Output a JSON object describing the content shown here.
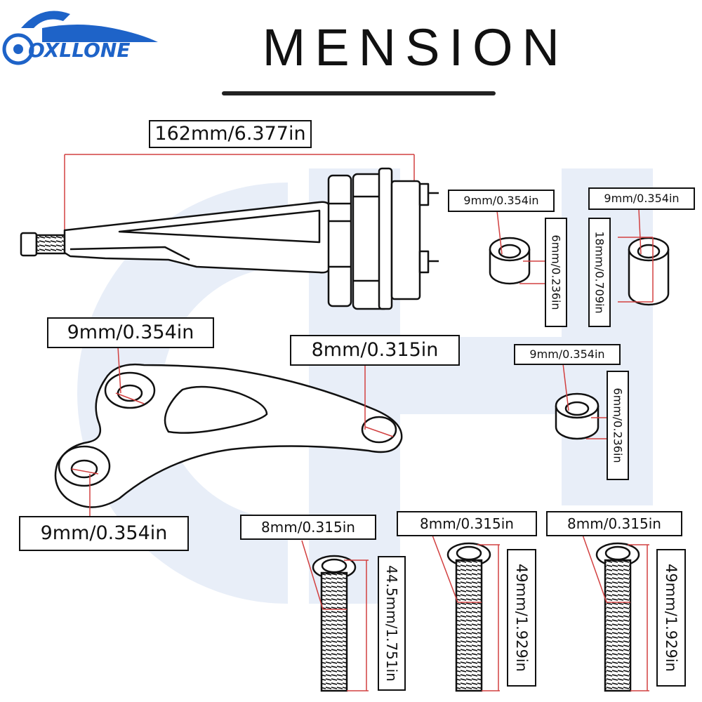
{
  "brand": {
    "name": "OXLLONE",
    "accent": "#1e63c8"
  },
  "title": "MENSION",
  "colors": {
    "measure_line": "#d24040",
    "outline": "#111111",
    "watermark": "#e8eef8"
  },
  "labels": {
    "total_length": "162mm/6.377in",
    "bracket_top_hole": "9mm/0.354in",
    "bracket_right_hole": "8mm/0.315in",
    "bracket_bottom_hole": "9mm/0.354in",
    "spacer1_diameter": "9mm/0.354in",
    "spacer1_height": "6mm/0.236in",
    "spacer2_diameter": "9mm/0.354in",
    "spacer2_height": "18mm/0.709in",
    "spacer3_diameter": "9mm/0.354in",
    "spacer3_height": "6mm/0.236in",
    "bolt1_diameter": "8mm/0.315in",
    "bolt1_length": "44.5mm/1.751in",
    "bolt2_diameter": "8mm/0.315in",
    "bolt2_length": "49mm/1.929in",
    "bolt3_diameter": "8mm/0.315in",
    "bolt3_length": "49mm/1.929in"
  }
}
